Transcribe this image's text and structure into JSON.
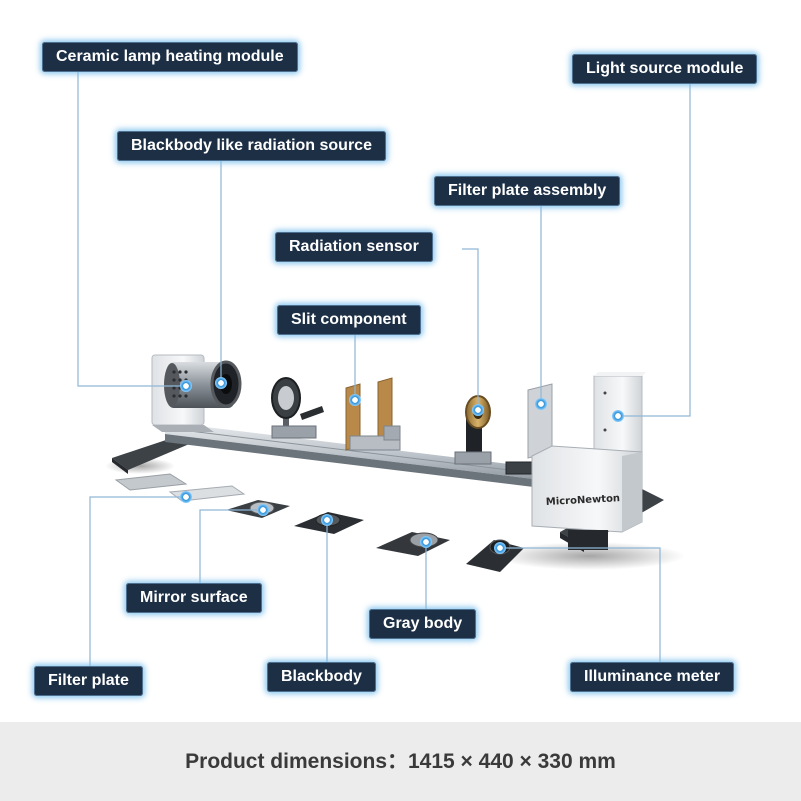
{
  "labels": {
    "ceramic_lamp": "Ceramic lamp heating module",
    "light_source": "Light source module",
    "blackbody_source": "Blackbody like radiation source",
    "filter_assembly": "Filter plate assembly",
    "radiation_sensor": "Radiation sensor",
    "slit_component": "Slit component",
    "mirror_surface": "Mirror surface",
    "gray_body": "Gray body",
    "filter_plate": "Filter plate",
    "blackbody": "Blackbody",
    "illuminance_meter": "Illuminance meter"
  },
  "brand": "MicroNewton",
  "footer": {
    "dimensions": "Product dimensions：1415 × 440 × 330 mm"
  },
  "colors": {
    "label_bg": "#1c2f45",
    "label_glow": "#78bee8",
    "leader": "#8fb6d6",
    "footer_bg": "#ececec"
  }
}
